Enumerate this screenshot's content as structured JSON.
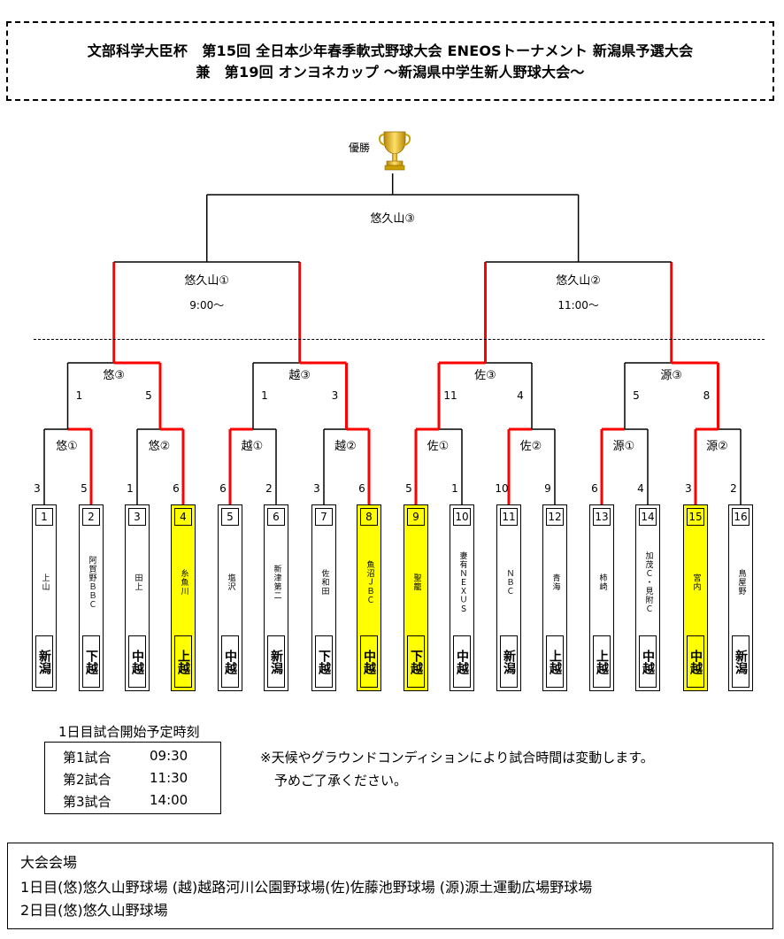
{
  "header": {
    "line1": "文部科学大臣杯　第15回 全日本少年春季軟式野球大会 ENEOSトーナメント 新潟県予選大会",
    "line2": "兼　第19回 オンヨネカップ ～新潟県中学生新人野球大会～"
  },
  "champion_label": "優勝",
  "final": {
    "label": "悠久山③"
  },
  "semis": [
    {
      "label": "悠久山①",
      "time": "9:00～"
    },
    {
      "label": "悠久山②",
      "time": "11:00～"
    }
  ],
  "quarters": [
    {
      "label": "悠③",
      "left_score": "1",
      "right_score": "5"
    },
    {
      "label": "越③",
      "left_score": "1",
      "right_score": "3"
    },
    {
      "label": "佐③",
      "left_score": "11",
      "right_score": "4"
    },
    {
      "label": "源③",
      "left_score": "5",
      "right_score": "8"
    }
  ],
  "first_round": [
    {
      "label": "悠①",
      "left_score": "3",
      "right_score": "5"
    },
    {
      "label": "悠②",
      "left_score": "1",
      "right_score": "6"
    },
    {
      "label": "越①",
      "left_score": "6",
      "right_score": "2"
    },
    {
      "label": "越②",
      "left_score": "3",
      "right_score": "6"
    },
    {
      "label": "佐①",
      "left_score": "5",
      "right_score": "1"
    },
    {
      "label": "佐②",
      "left_score": "10",
      "right_score": "9"
    },
    {
      "label": "源①",
      "left_score": "6",
      "right_score": "4"
    },
    {
      "label": "源②",
      "left_score": "3",
      "right_score": "2"
    }
  ],
  "teams": [
    {
      "num": "1",
      "name": "上山",
      "region": "新潟"
    },
    {
      "num": "2",
      "name": "阿賀野ＢＢＣ",
      "region": "下越"
    },
    {
      "num": "3",
      "name": "田上",
      "region": "中越"
    },
    {
      "num": "4",
      "name": "糸魚川",
      "region": "上越"
    },
    {
      "num": "5",
      "name": "塩沢",
      "region": "中越"
    },
    {
      "num": "6",
      "name": "新津第二",
      "region": "新潟"
    },
    {
      "num": "7",
      "name": "佐和田",
      "region": "下越"
    },
    {
      "num": "8",
      "name": "魚沼ＪＢＣ",
      "region": "中越"
    },
    {
      "num": "9",
      "name": "聖籠",
      "region": "下越"
    },
    {
      "num": "10",
      "name": "妻有ＮＥＸＵＳ",
      "region": "中越"
    },
    {
      "num": "11",
      "name": "ＮＢＣ",
      "region": "新潟"
    },
    {
      "num": "12",
      "name": "青海",
      "region": "上越"
    },
    {
      "num": "13",
      "name": "柿崎",
      "region": "上越"
    },
    {
      "num": "14",
      "name": "加茂Ｃ・見附Ｃ",
      "region": "中越"
    },
    {
      "num": "15",
      "name": "宮内",
      "region": "中越"
    },
    {
      "num": "16",
      "name": "鳥屋野",
      "region": "新潟"
    }
  ],
  "schedule": {
    "title": "1日目試合開始予定時刻",
    "rows": [
      {
        "label": "第1試合",
        "time": "09:30"
      },
      {
        "label": "第2試合",
        "time": "11:30"
      },
      {
        "label": "第3試合",
        "time": "14:00"
      }
    ]
  },
  "notes": {
    "line1": "※天候やグラウンドコンディションにより試合時間は変動します。",
    "line2": "予めご了承ください。"
  },
  "venue": {
    "title": "大会会場",
    "day1": "1日目(悠)悠久山野球場 (越)越路河川公園野球場(佐)佐藤池野球場 (源)源土運動広場野球場",
    "day2": "2日目(悠)悠久山野球場"
  },
  "colors": {
    "winner_line": "#ff0000",
    "winner_fill": "#ffff00",
    "line": "#000000"
  }
}
